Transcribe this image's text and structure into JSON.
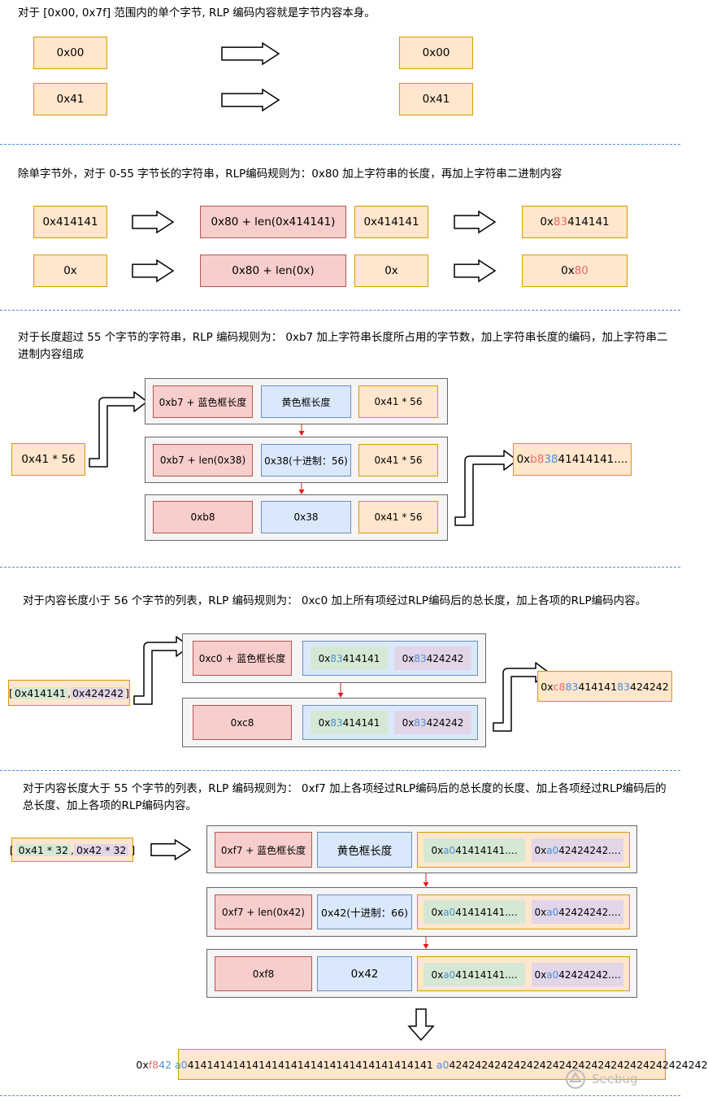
{
  "sec1": {
    "text": "对于 [0x00, 0x7f] 范围内的单个字节, RLP 编码内容就是字节内容本身。",
    "rows": [
      {
        "in": "0x00",
        "out": "0x00"
      },
      {
        "in": "0x41",
        "out": "0x41"
      }
    ]
  },
  "sec2": {
    "text": "除单字节外，对于 0-55 字节长的字符串，RLP编码规则为：0x80 加上字符串的长度，再加上字符串二进制内容",
    "rows": [
      {
        "in": "0x414141",
        "len": "0x80 + len(0x414141)",
        "content": "0x414141",
        "out_a": "0x",
        "out_b": "83",
        "out_c": "414141"
      },
      {
        "in": "0x",
        "len": "0x80 + len(0x)",
        "content": "0x",
        "out_a": "0x",
        "out_b": "80",
        "out_c": ""
      }
    ]
  },
  "sec3": {
    "text": "对于长度超过 55 个字节的字符串，RLP 编码规则为： 0xb7 加上字符串长度所占用的字节数，加上字符串长度的编码，加上字符串二进制内容组成",
    "input": "0x41 * 56",
    "rows": [
      {
        "a": "0xb7 + 蓝色框长度",
        "b": "黄色框长度",
        "c": "0x41 * 56"
      },
      {
        "a": "0xb7 + len(0x38)",
        "b": "0x38(十进制：56)",
        "c": "0x41 * 56"
      },
      {
        "a": "0xb8",
        "b": "0x38",
        "c": "0x41 * 56"
      }
    ],
    "out": {
      "p1": "0x",
      "p2": "b8",
      "p3": "38",
      "p4": "41414141...."
    }
  },
  "sec4": {
    "text": "对于内容长度小于 56 个字节的列表，RLP 编码规则为： 0xc0 加上所有项经过RLP编码后的总长度，加上各项的RLP编码内容。",
    "input": {
      "open": "[",
      "a": "0x414141",
      "sep": ",",
      "b": "0x424242",
      "close": "]"
    },
    "rows": [
      {
        "a": "0xc0 + 蓝色框长度",
        "i1a": "0x",
        "i1b": "83",
        "i1c": "414141",
        "i2a": "0x",
        "i2b": "83",
        "i2c": "424242"
      },
      {
        "a": "0xc8",
        "i1a": "0x",
        "i1b": "83",
        "i1c": "414141",
        "i2a": "0x",
        "i2b": "83",
        "i2c": "424242"
      }
    ],
    "out": {
      "p1": "0x",
      "p2": "c8",
      "p3": "83",
      "p4": "414141",
      "p5": "83",
      "p6": "424242"
    }
  },
  "sec5": {
    "text": "对于内容长度大于 55 个字节的列表，RLP 编码规则为： 0xf7 加上各项经过RLP编码后的总长度的长度、加上各项经过RLP编码后的总长度、加上各项的RLP编码内容。",
    "input": {
      "open": "[",
      "a": "0x41 * 32",
      "sep": ",",
      "b": "0x42 * 32",
      "close": "]"
    },
    "rows": [
      {
        "a": "0xf7 + 蓝色框长度",
        "b": "黄色框长度"
      },
      {
        "a": "0xf7 + len(0x42)",
        "b": "0x42(十进制：66)"
      },
      {
        "a": "0xf8",
        "b": "0x42"
      }
    ],
    "item1": {
      "p1": "0x",
      "p2": "a0",
      "p3": "41414141...."
    },
    "item2": {
      "p1": "0x",
      "p2": "a0",
      "p3": "42424242...."
    },
    "out": {
      "p1": "0x",
      "p2": "f8",
      "p3": "42",
      "p4": " ",
      "p5": "a0",
      "p6": "41414141414141414141414141414141414141",
      "p7": " ",
      "p8": "a0",
      "p9": "4242424242424242424242424242424242424242"
    }
  },
  "watermark": "Seebug",
  "colors": {
    "accent_red": "#ea6b66",
    "accent_blue": "#4a90d9",
    "divider": "#4a90d9"
  }
}
